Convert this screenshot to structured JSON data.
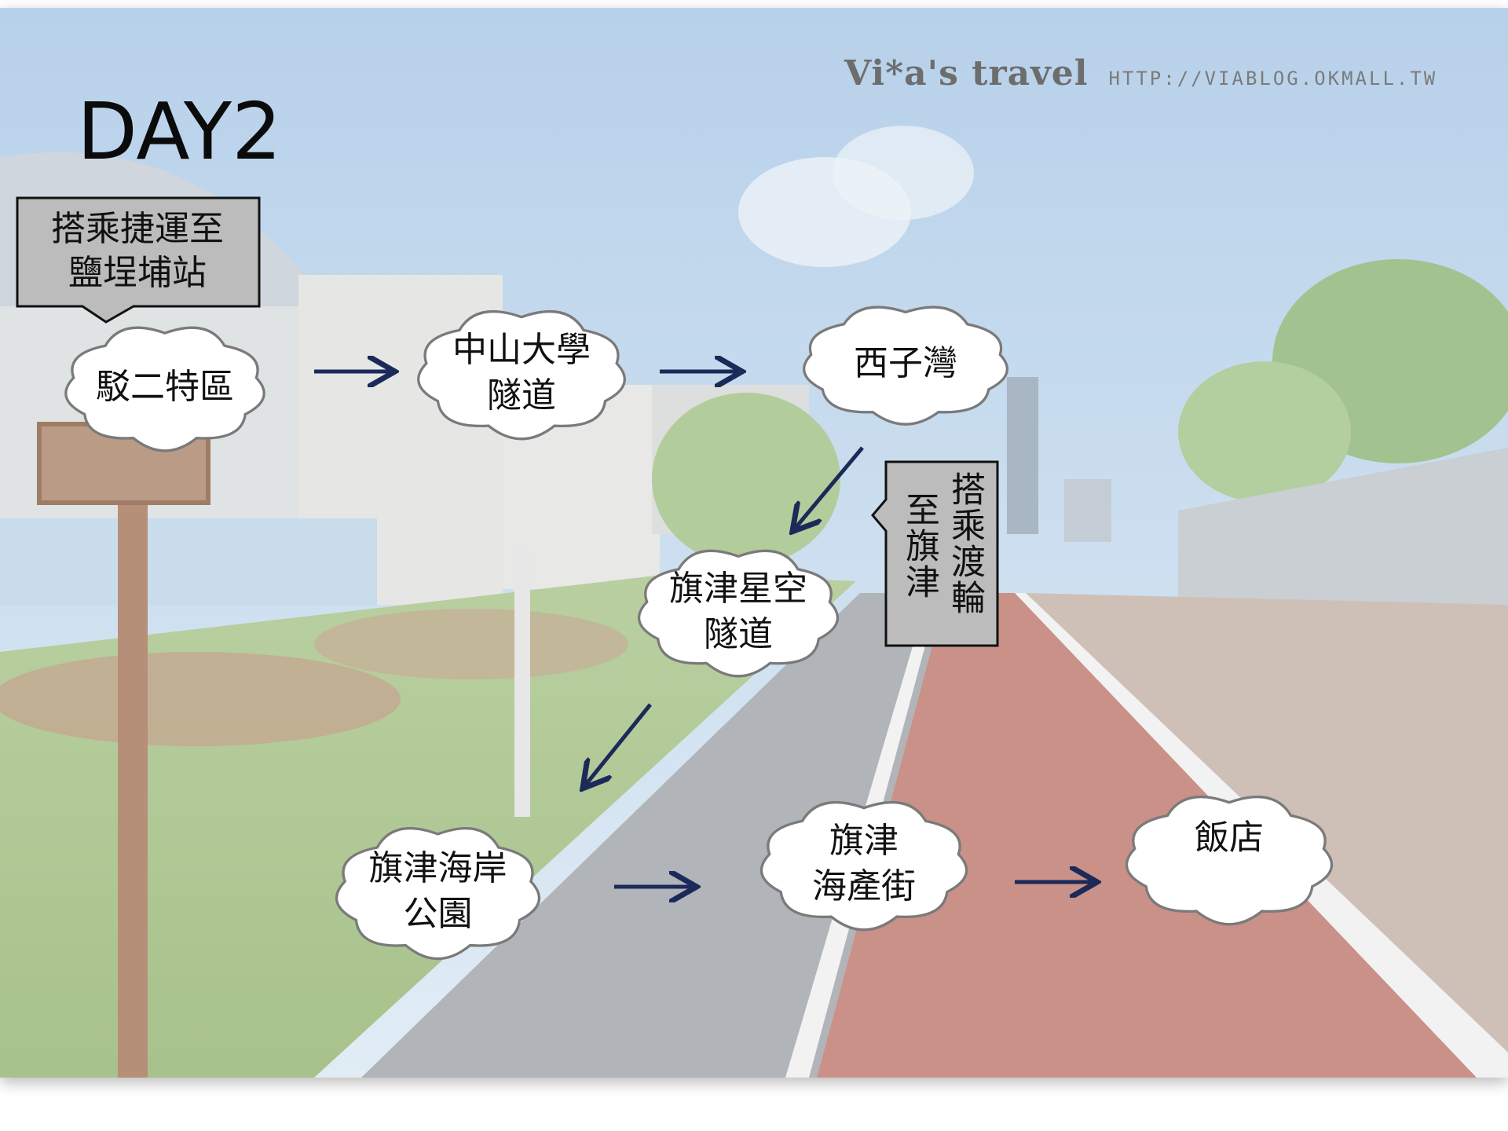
{
  "title": "DAY2",
  "watermark": {
    "brand": "Vi*a's travel",
    "url": "HTTP://VIABLOG.OKMALL.TW"
  },
  "callouts": {
    "mrt": "搭乘捷運至\n鹽埕埔站",
    "ferry_col1": "搭乘渡輪",
    "ferry_col2": "至旗津"
  },
  "stops": [
    {
      "id": "pier2",
      "label": "駁二特區"
    },
    {
      "id": "nsysu_tunnel",
      "label": "中山大學\n隧道"
    },
    {
      "id": "sizihwan",
      "label": "西子灣"
    },
    {
      "id": "cijin_starry_tunnel",
      "label": "旗津星空\n隧道"
    },
    {
      "id": "cijin_coast_park",
      "label": "旗津海岸\n公園"
    },
    {
      "id": "cijin_seafood_street",
      "label": "旗津\n海產街"
    },
    {
      "id": "hotel",
      "label": "飯店"
    }
  ],
  "colors": {
    "arrow": "#1c2a5a",
    "callout_fill": "#bcbcbc",
    "cloud_fill": "#ffffff",
    "outline": "#7a7a7a"
  }
}
